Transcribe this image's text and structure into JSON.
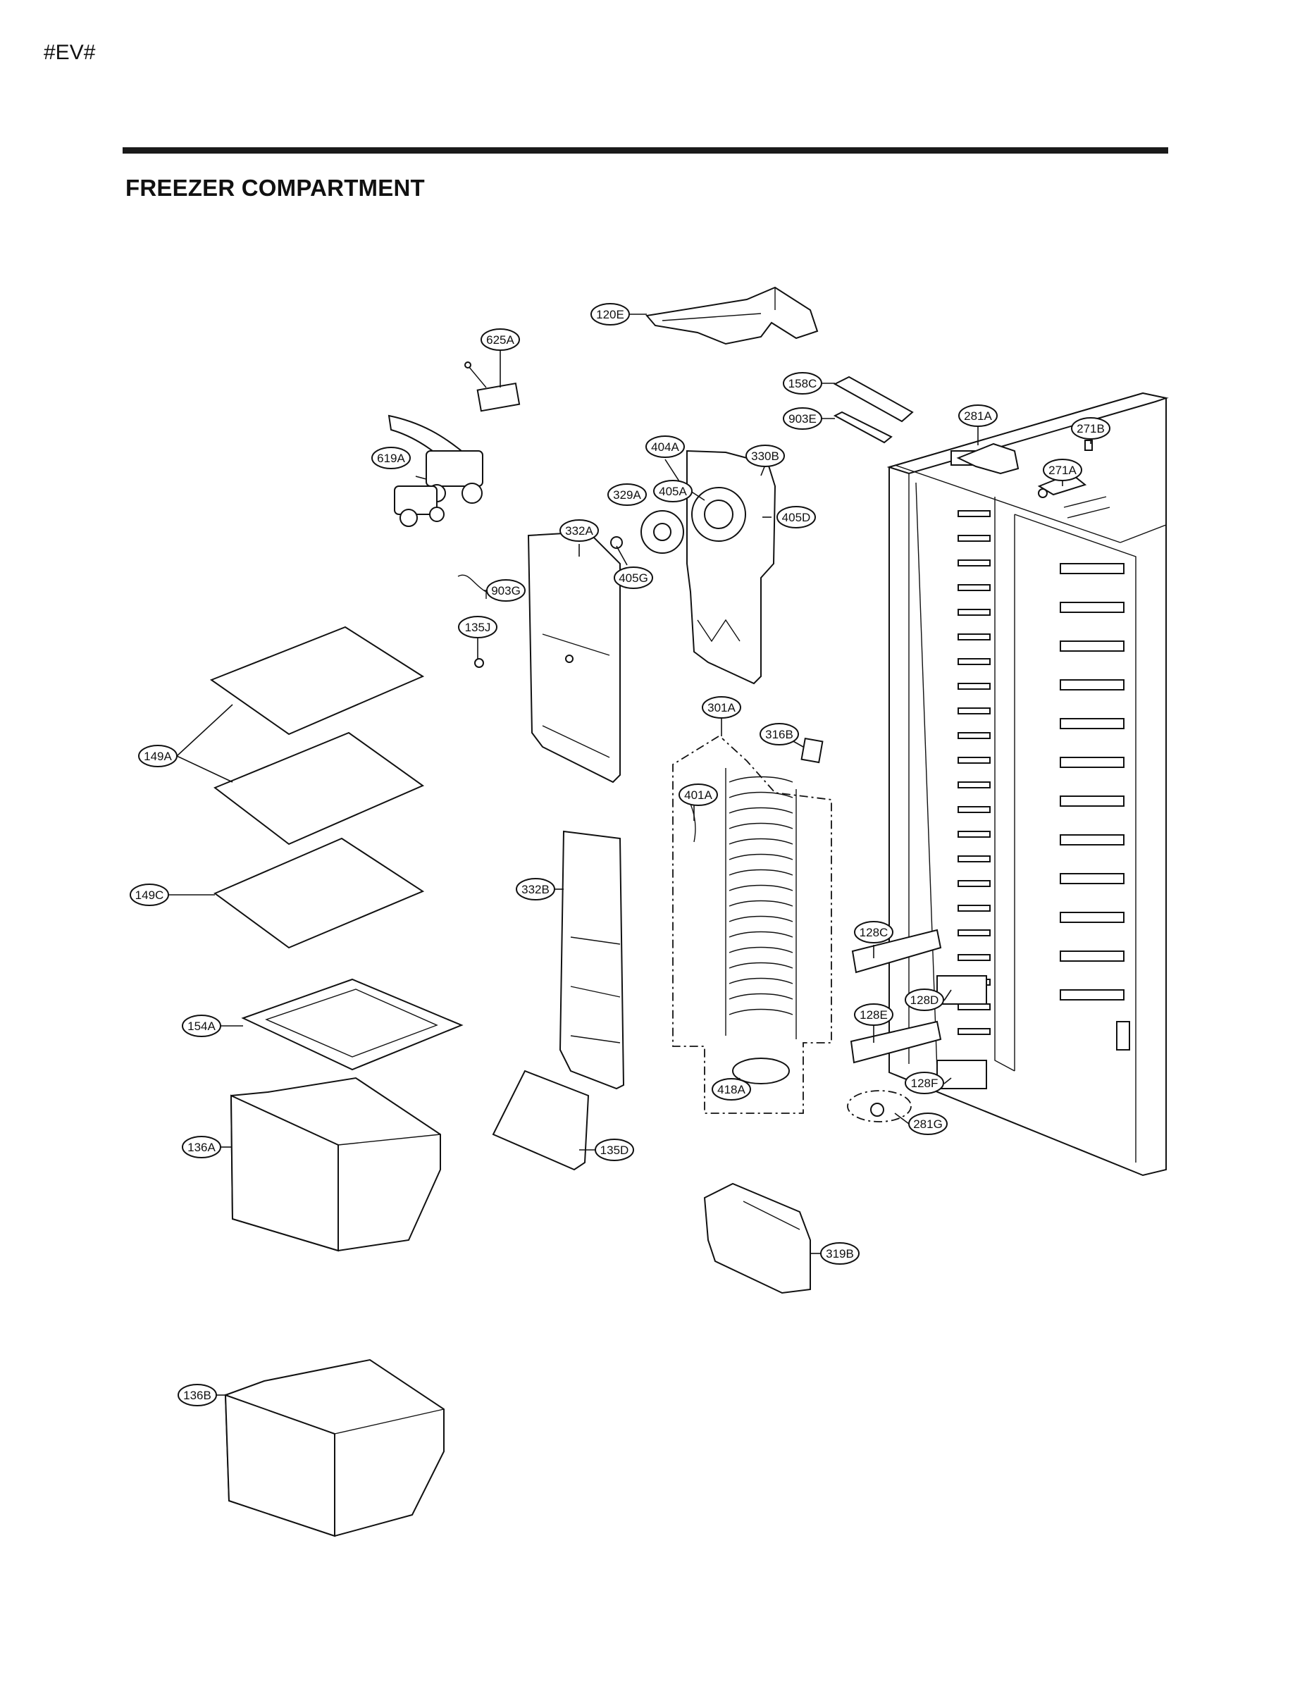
{
  "header": {
    "page_code": "#EV#"
  },
  "section": {
    "title": "FREEZER COMPARTMENT"
  },
  "callouts": [
    "120E",
    "625A",
    "158C",
    "903E",
    "281A",
    "271B",
    "271A",
    "619A",
    "404A",
    "330B",
    "405A",
    "329A",
    "405D",
    "332A",
    "405G",
    "903G",
    "135J",
    "149A",
    "149C",
    "301A",
    "316B",
    "401A",
    "332B",
    "128C",
    "128D",
    "128E",
    "128F",
    "281G",
    "154A",
    "418A",
    "136A",
    "135D",
    "319B",
    "136B"
  ]
}
